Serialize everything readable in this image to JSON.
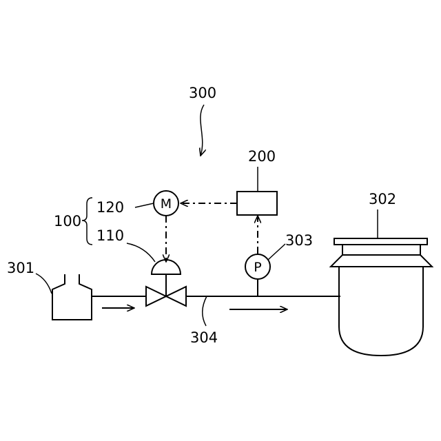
{
  "labels": {
    "system": "300",
    "controller": "200",
    "group": "100",
    "motor_ref": "120",
    "actuator_ref": "110",
    "source_tank": "301",
    "reactor": "302",
    "sensor_ref": "303",
    "pipe": "304"
  },
  "symbols": {
    "motor": "M",
    "pressure_sensor": "P"
  },
  "colors": {
    "line": "#000000",
    "background": "#ffffff"
  }
}
